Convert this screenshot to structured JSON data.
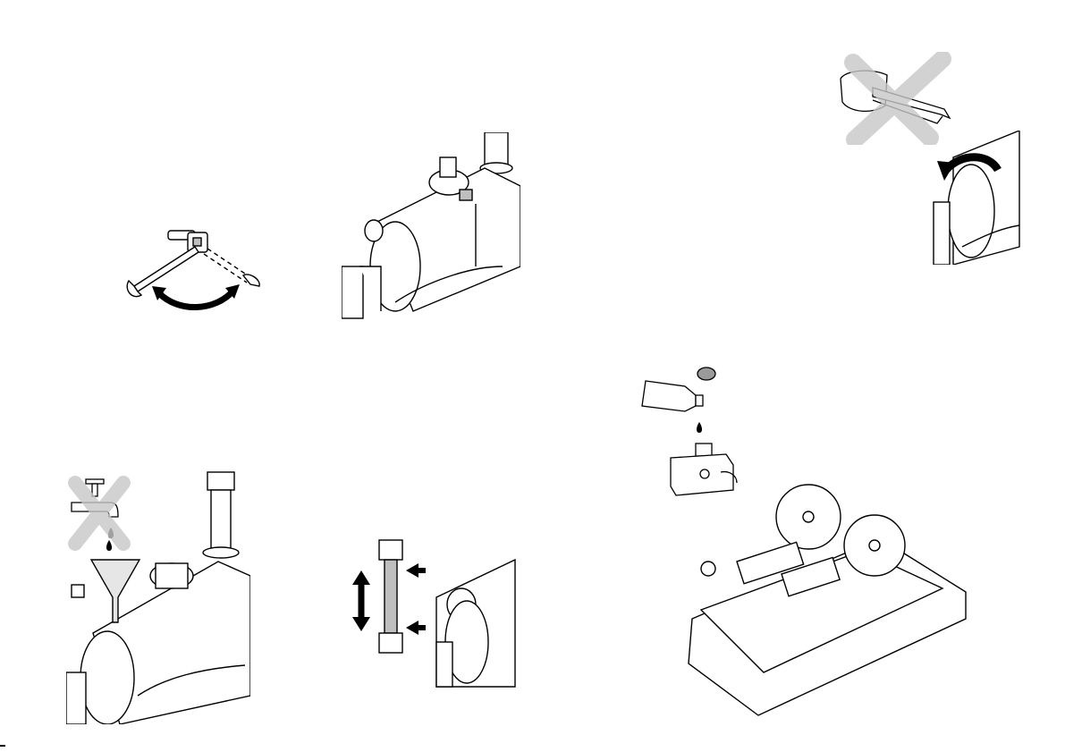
{
  "colors": {
    "line": "#000000",
    "fill": "#ffffff",
    "light_gray": "#bfbfbf",
    "mid_gray": "#9a9a9a",
    "cross_gray": "#c8c8c8"
  },
  "figures": [
    {
      "name": "wrench-valve-figure",
      "icon": "wrench-icon"
    },
    {
      "name": "boiler-safety-valve-figure",
      "icon": "boiler-icon"
    },
    {
      "name": "pliers-prohibited-figure",
      "icon": "pliers-icon"
    },
    {
      "name": "boiler-rotate-arrow-figure",
      "icon": "rotate-arrow-icon"
    },
    {
      "name": "tap-water-prohibited-figure",
      "icon": "tap-icon"
    },
    {
      "name": "boiler-funnel-fill-figure",
      "icon": "funnel-icon"
    },
    {
      "name": "sight-glass-figure",
      "icon": "sight-glass-icon"
    },
    {
      "name": "oil-bottle-figure",
      "icon": "oil-bottle-icon"
    },
    {
      "name": "steam-engine-base-figure",
      "icon": "steam-engine-icon"
    }
  ]
}
